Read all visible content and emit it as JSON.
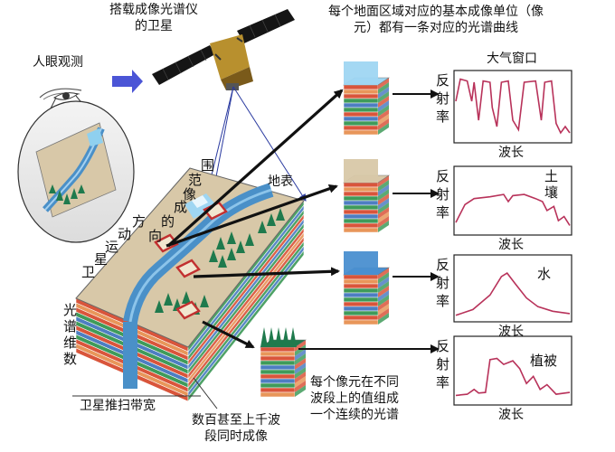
{
  "texts": {
    "satellite_title_line1": "搭载成像光谱仪",
    "satellite_title_line2": "的卫星",
    "human_eye": "人眼观测",
    "pixel_caption_line1": "每个地面区域对应的基本成像单位（像",
    "pixel_caption_line2": "元）都有一条对应的光谱曲线",
    "ground_surface": "地表",
    "swath_width": "卫星推扫带宽",
    "simultaneous_line1": "数百甚至上千波",
    "simultaneous_line2": "段同时成像",
    "continuous_line1": "每个像元在不同",
    "continuous_line2": "波段上的值组成",
    "continuous_line3": "一个连续的光谱",
    "spatial_dir_chars": [
      "围",
      "范",
      "像",
      "成",
      "的",
      "向",
      "方",
      "动",
      "运",
      "星",
      "卫"
    ],
    "spectral_dim_chars": [
      "光",
      "谱",
      "维",
      "数"
    ]
  },
  "plots": [
    {
      "title": "大气窗口",
      "curve_label": "",
      "ylabel": "反射率",
      "xlabel": "波长"
    },
    {
      "title": "",
      "curve_label": "土壤",
      "ylabel": "反射率",
      "xlabel": "波长"
    },
    {
      "title": "",
      "curve_label": "水",
      "ylabel": "反射率",
      "xlabel": "波长"
    },
    {
      "title": "",
      "curve_label": "植被",
      "ylabel": "反射率",
      "xlabel": "波长"
    }
  ],
  "colors": {
    "spectrum_curve": "#b8325a",
    "water": "#4a90c8",
    "forest": "#1f7a4d",
    "land": "#d8c8a8",
    "arrow_blue": "#4b55d6",
    "arrow_black": "#111111",
    "layer_red": "#d9553b",
    "layer_orange": "#e8965a",
    "layer_green": "#3f9b5a",
    "layer_blue": "#4d7ec2"
  },
  "icons": [
    "satellite-icon",
    "eye-icon"
  ]
}
